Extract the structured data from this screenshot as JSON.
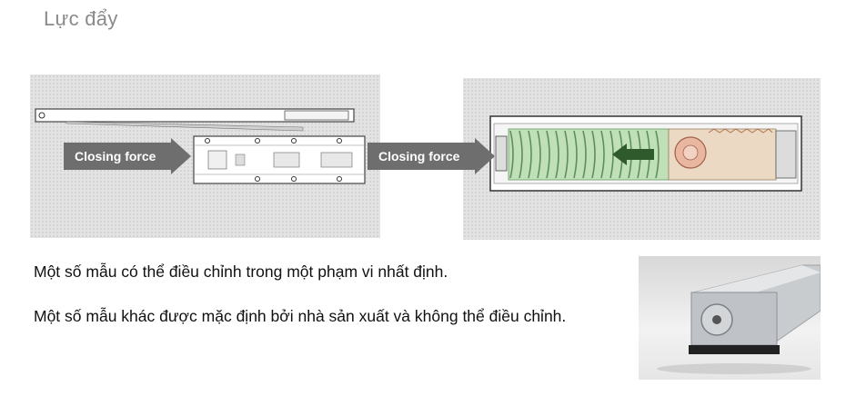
{
  "page": {
    "title": "Lực đẩy",
    "paragraph1": "Một số mẫu có thể điều chỉnh trong một phạm vi nhất định.",
    "paragraph2": "Một số mẫu khác được mặc định bởi nhà sản xuất và không thể điều chỉnh."
  },
  "diagram": {
    "arrow_left_label": "Closing force",
    "arrow_right_label": "Closing force"
  },
  "colors": {
    "arrow": "#6e6e6e",
    "spring": "#bfe0b8",
    "rack": "#ecd9c4",
    "title": "#8a8a8a"
  }
}
